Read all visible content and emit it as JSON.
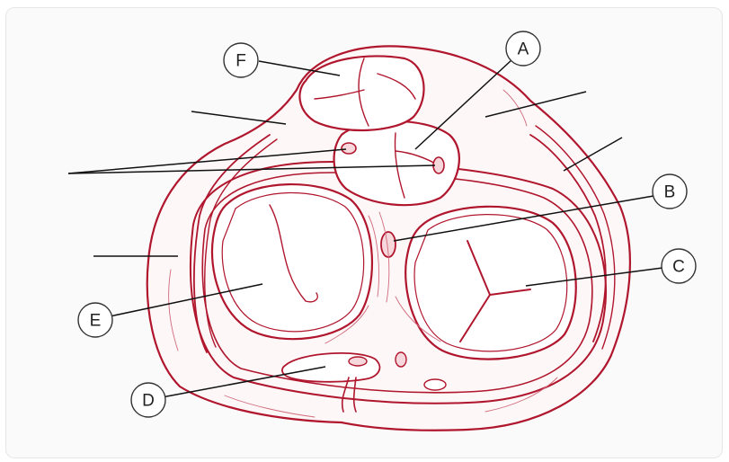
{
  "colors": {
    "anatomy_stroke": "#b0162d",
    "anatomy_fill": "#fdf7f8",
    "leader_line": "#111111",
    "label_text": "#222222",
    "panel_background": "#fafafa"
  },
  "labels": {
    "A": "A",
    "B": "B",
    "C": "C",
    "D": "D",
    "E": "E",
    "F": "F"
  }
}
